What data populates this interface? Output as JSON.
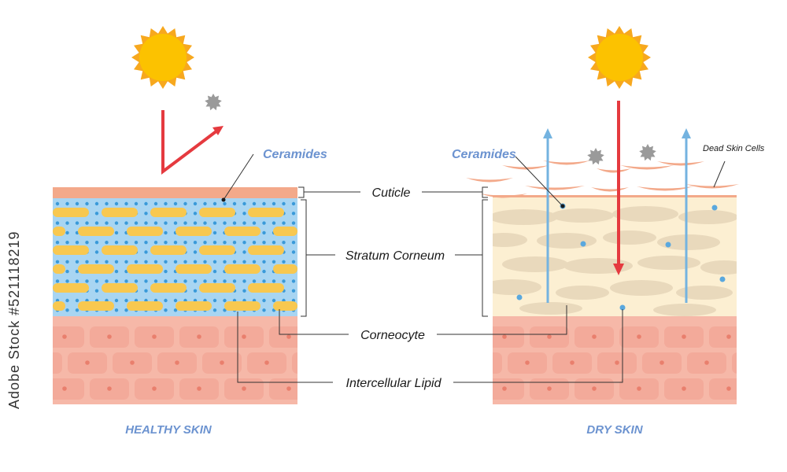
{
  "labels": {
    "ceramides_left": "Ceramides",
    "ceramides_right": "Ceramides",
    "cuticle": "Cuticle",
    "stratum_corneum": "Stratum Corneum",
    "corneocyte": "Corneocyte",
    "intercellular_lipid": "Intercellular Lipid",
    "dead_skin_cells": "Dead Skin Cells",
    "healthy_skin": "HEALTHY SKIN",
    "dry_skin": "DRY SKIN"
  },
  "watermark": {
    "brand": "Adobe Stock",
    "id": "#521118219"
  },
  "colors": {
    "sun_core": "#FCC200",
    "sun_rays": "#F7A81E",
    "uv_arrow": "#E53A3F",
    "moisture_arrow": "#74B3E0",
    "cuticle": "#F3A98A",
    "lipid": "#A8D5F2",
    "lipid_dot": "#3A9AD9",
    "corneocyte": "#F8C850",
    "dermis": "#F6B8A8",
    "dermis_cell": "#F19E8E",
    "dry_layer": "#FCEFD2",
    "dry_blob": "#E9D9BC",
    "pollutant": "#9A9A9A",
    "label_blue": "#6C93D0",
    "leader": "#333333"
  }
}
